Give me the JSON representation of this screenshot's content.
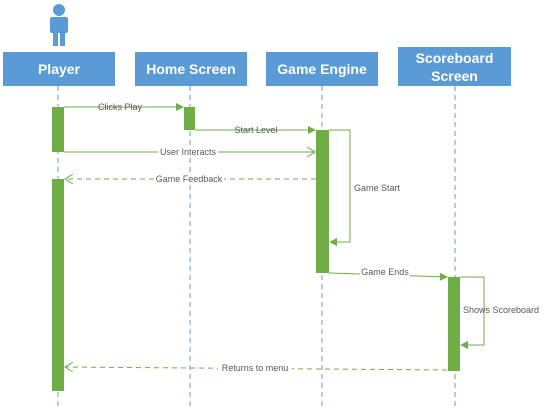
{
  "actor": {
    "icon": "person-icon"
  },
  "participants": [
    {
      "label": "Player"
    },
    {
      "label": "Home Screen"
    },
    {
      "label": "Game Engine"
    },
    {
      "label": "Scoreboard Screen"
    }
  ],
  "messages": [
    {
      "label": "Clicks Play",
      "style": "solid"
    },
    {
      "label": "Start Level",
      "style": "solid"
    },
    {
      "label": "User Interacts",
      "style": "solid"
    },
    {
      "label": "Game Feedback",
      "style": "dashed"
    },
    {
      "label": "Game Start",
      "style": "self"
    },
    {
      "label": "Game Ends",
      "style": "solid"
    },
    {
      "label": "Shows Scoreboard",
      "style": "self"
    },
    {
      "label": "Returns to menu",
      "style": "dashed"
    }
  ],
  "colors": {
    "header": "#5b9bd5",
    "lifeline": "#5b9bd5",
    "activation": "#70ad47",
    "arrow": "#70ad47"
  }
}
